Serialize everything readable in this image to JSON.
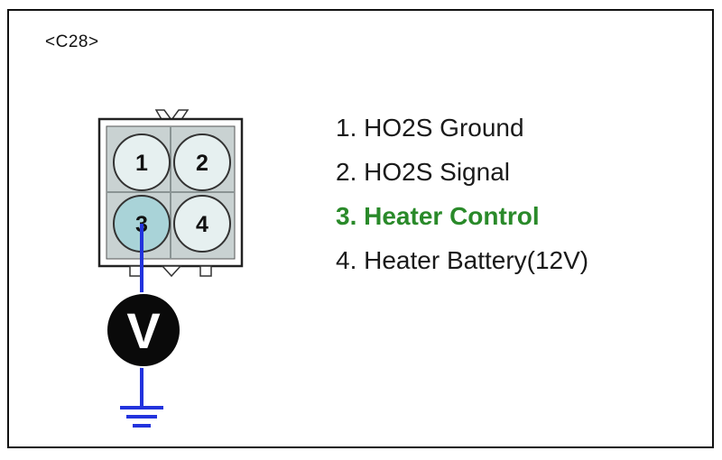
{
  "connector": {
    "id_label": "<C28>",
    "pins": [
      {
        "number": "1",
        "label": "1. HO2S Ground",
        "highlighted": false
      },
      {
        "number": "2",
        "label": "2. HO2S Signal",
        "highlighted": false
      },
      {
        "number": "3",
        "label": "3. Heater Control",
        "highlighted": true
      },
      {
        "number": "4",
        "label": "4. Heater Battery(12V)",
        "highlighted": false
      }
    ]
  },
  "meter": {
    "symbol": "V"
  },
  "colors": {
    "highlight_text": "#2a8a2a",
    "probe_wire": "#2233dd",
    "highlighted_pin_fill": "#a9d3d8",
    "pin_fill": "#e6f0f0",
    "connector_fill": "#c9d2d2"
  }
}
